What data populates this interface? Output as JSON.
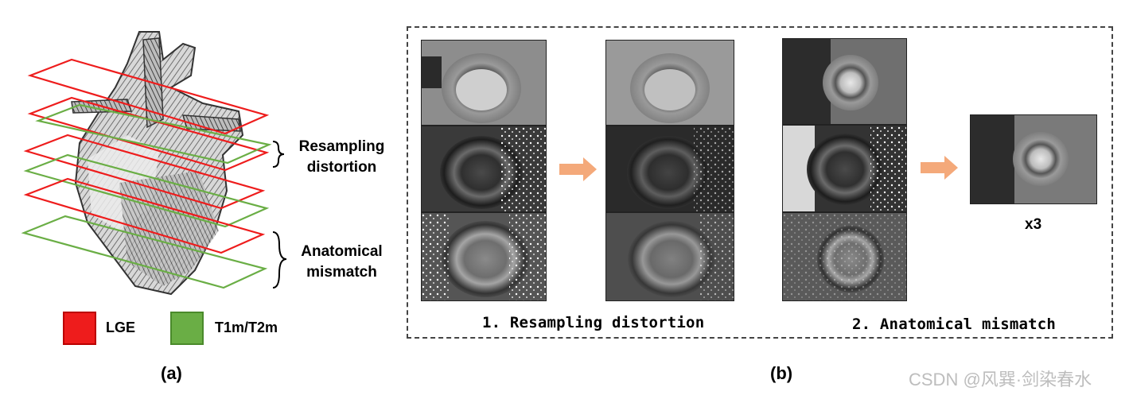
{
  "panel_a": {
    "label": "(a)",
    "brace_top": [
      "Resampling",
      "distortion"
    ],
    "brace_bottom": [
      "Anatomical",
      "mismatch"
    ],
    "legend": [
      {
        "label": "LGE",
        "color": "#ee1c1c"
      },
      {
        "label": "T1m/T2m",
        "color": "#6aae45"
      }
    ]
  },
  "panel_b": {
    "label": "(b)",
    "caption_1": "1. Resampling distortion",
    "caption_2": "2. Anatomical mismatch",
    "multiplier": "x3",
    "arrow_color": "#f4a97a"
  },
  "watermark": "CSDN @风巽·剑染春水"
}
